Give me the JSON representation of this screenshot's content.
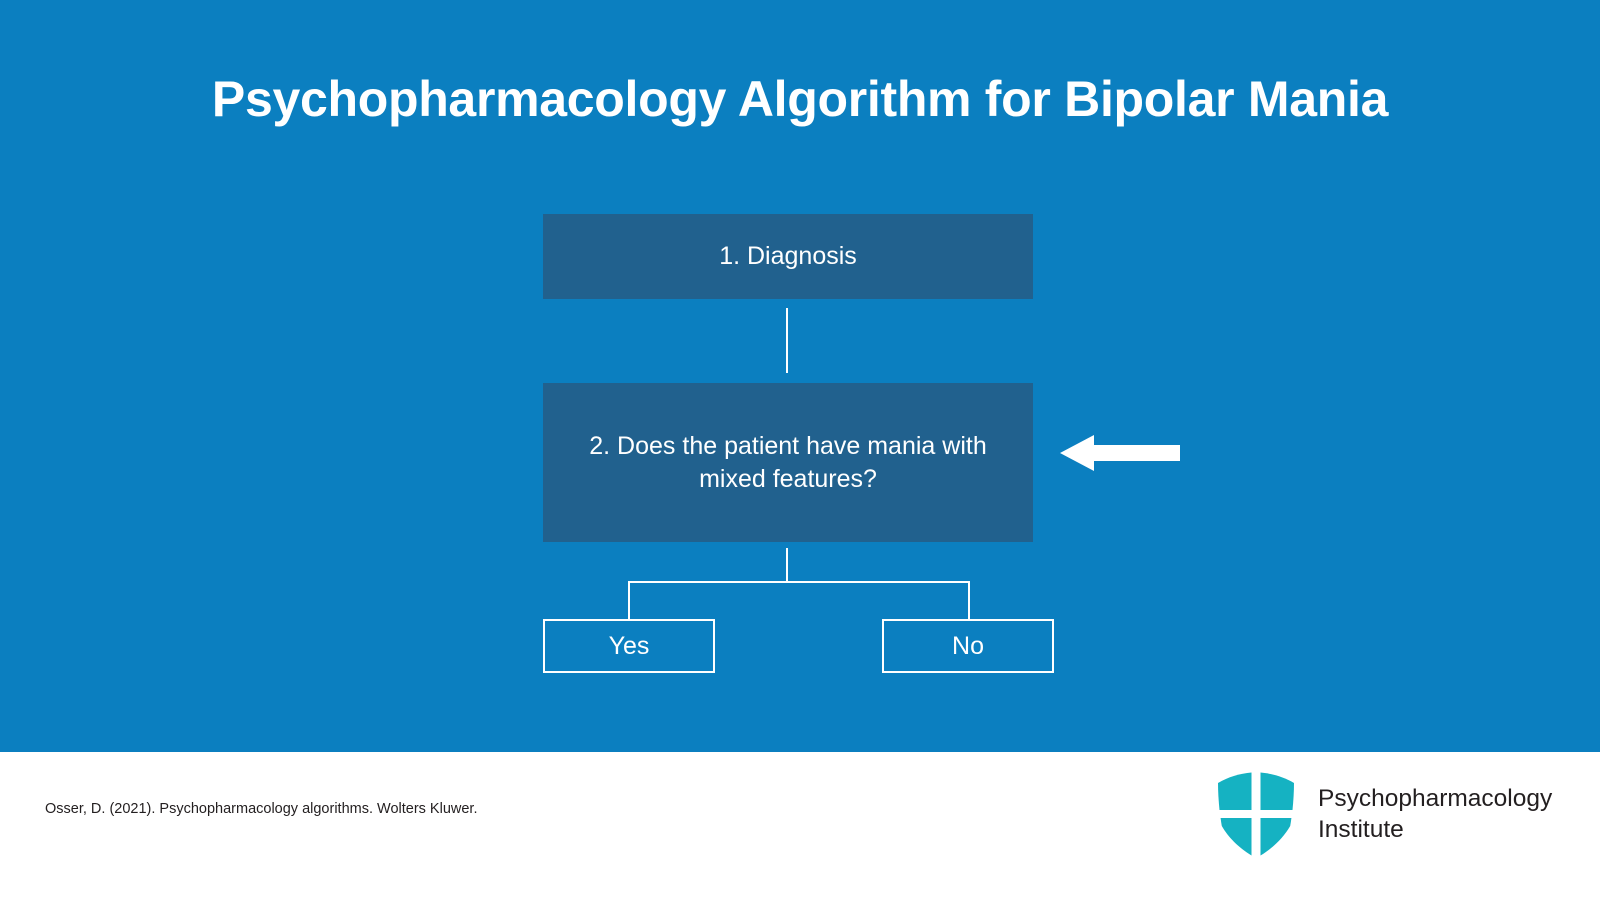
{
  "slide": {
    "title": "Psychopharmacology Algorithm for Bipolar Mania",
    "background_color": "#0B7FC0",
    "node_fill_color": "#21618E",
    "line_color": "#FFFFFF"
  },
  "flowchart": {
    "nodes": [
      {
        "id": "diagnosis",
        "label": "1. Diagnosis",
        "style": "filled"
      },
      {
        "id": "question",
        "label": "2. Does the patient have mania with mixed features?",
        "style": "filled"
      },
      {
        "id": "yes",
        "label": "Yes",
        "style": "outlined"
      },
      {
        "id": "no",
        "label": "No",
        "style": "outlined"
      }
    ],
    "annotation": {
      "type": "arrow",
      "direction": "left",
      "points_to": "question",
      "color": "#FFFFFF"
    }
  },
  "footer": {
    "citation": "Osser, D. (2021). Psychopharmacology algorithms. Wolters Kluwer.",
    "logo": {
      "icon_name": "shield-logo-icon",
      "color": "#15B2C2",
      "name_line1": "Psychopharmacology",
      "name_line2": "Institute"
    }
  }
}
